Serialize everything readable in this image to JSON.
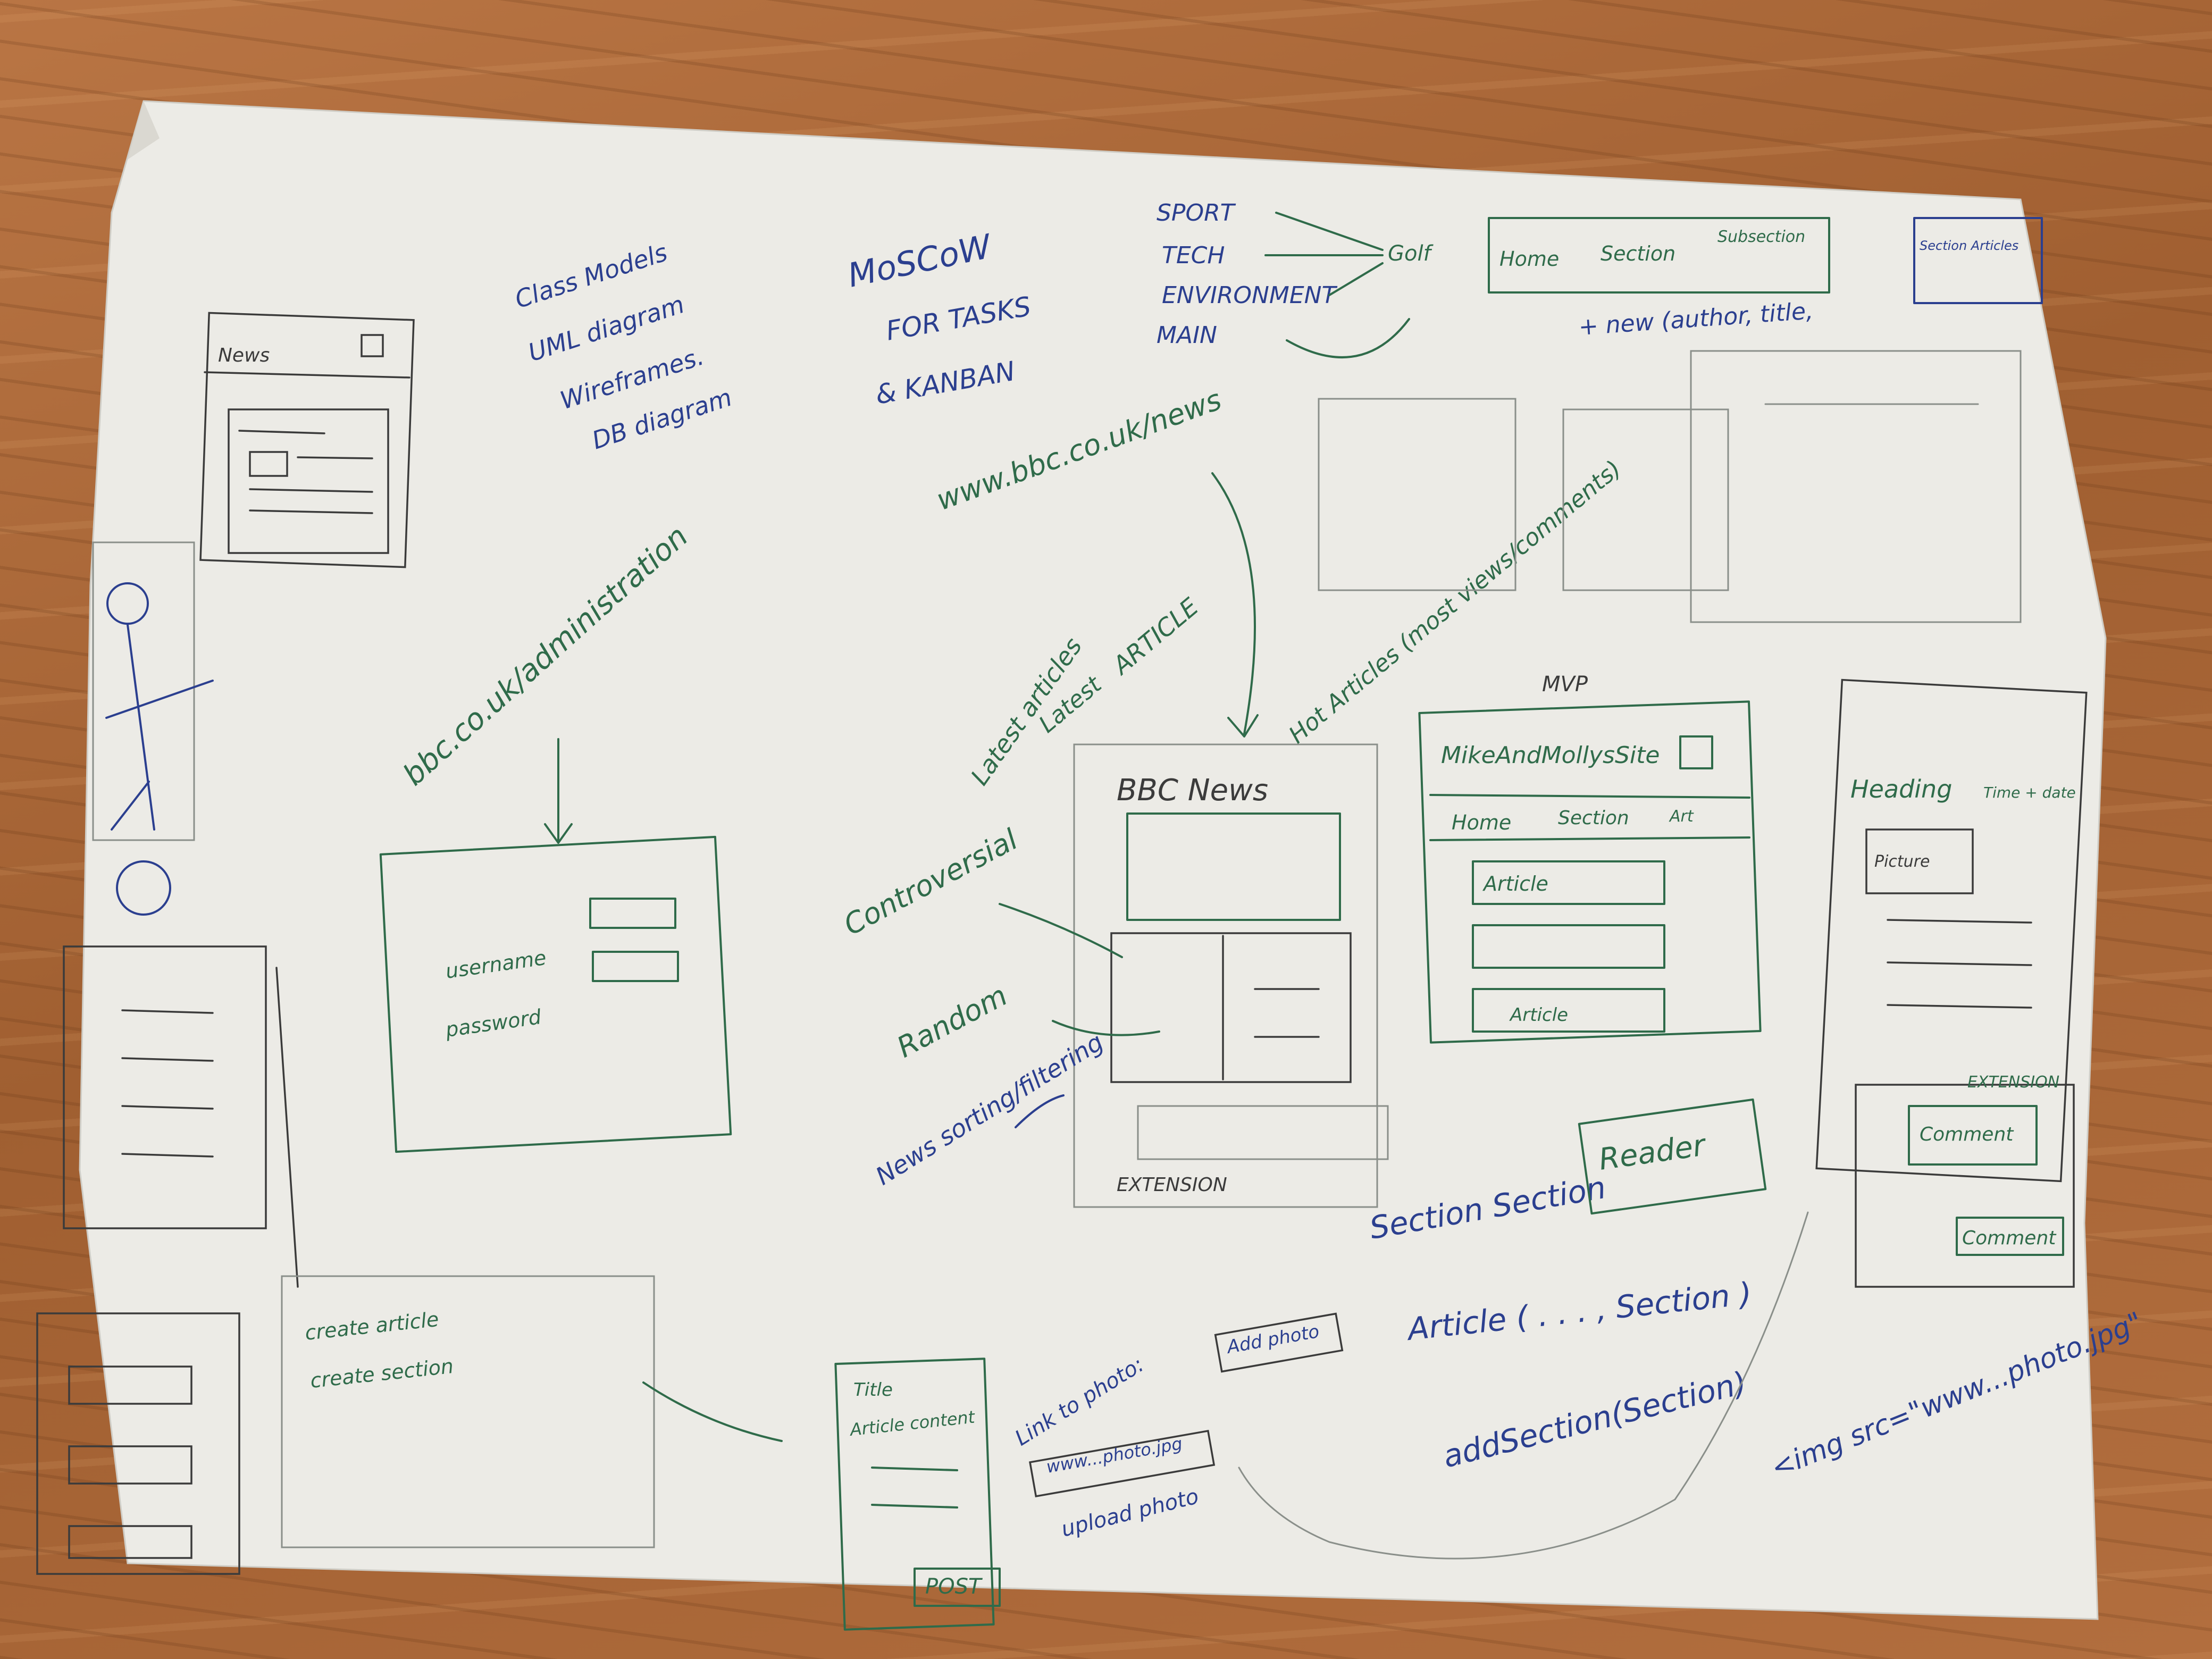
{
  "notes": {
    "todo_1": "Class Models",
    "todo_2": "UML diagram",
    "todo_3": "Wireframes.",
    "todo_4": "DB diagram",
    "moscow": "MoSCoW",
    "for_tasks": "FOR TASKS",
    "kanban": "& KANBAN",
    "bbc_url": "www.bbc.co.uk/news",
    "admin_url": "bbc.co.uk/administration",
    "latest_articles": "Latest articles",
    "latest": "Latest",
    "article_label": "ARTICLE",
    "hot_articles": "Hot Articles (most views/comments)",
    "controversial": "Controversial",
    "random": "Random",
    "news_sorting": "News sorting/filtering",
    "extension": "EXTENSION",
    "section_section": "Section Section",
    "reader": "Reader",
    "article_fn": "Article ( . . . , Section )",
    "add_section": "addSection(Section)",
    "img_src": "<img src=\"www...photo.jpg\"",
    "new_author": "+ new (author, title,",
    "mvp": "MVP",
    "extension_2": "EXTENSION"
  },
  "categories": [
    "SPORT",
    "TECH",
    "ENVIRONMENT",
    "MAIN"
  ],
  "golf_label": "Golf",
  "wire_phone": {
    "title": "News"
  },
  "wire_login": {
    "username": "username",
    "password": "password"
  },
  "wire_bbc": {
    "title": "BBC News"
  },
  "wire_mvp": {
    "title": "MikeAndMollysSite",
    "crumb_home": "Home",
    "crumb_section": "Section",
    "crumb_article": "Art",
    "article_1": "Article",
    "article_2": "Article"
  },
  "wire_article": {
    "heading": "Heading",
    "meta": "Time + date",
    "picture": "Picture"
  },
  "wire_comments": {
    "comment_1": "Comment",
    "comment_2": "Comment"
  },
  "wire_admin": {
    "create_article": "create article",
    "create_section": "create section"
  },
  "wire_form": {
    "title": "Title",
    "content": "Article content",
    "post": "POST",
    "link_to_photo": "Link to photo:",
    "url_field": "www...photo.jpg",
    "add_photo": "Add photo",
    "upload_photo": "upload photo"
  },
  "top_bar": {
    "home": "Home",
    "section": "Section",
    "subsection": "Subsection",
    "section_articles": "Section Articles"
  }
}
